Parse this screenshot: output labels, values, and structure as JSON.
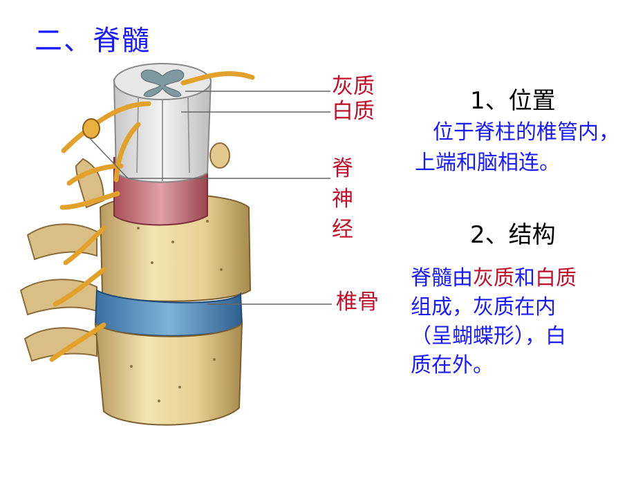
{
  "title": "二、脊髓",
  "labels": {
    "gray_matter": "灰质",
    "white_matter": "白质",
    "spinal_nerve": [
      "脊",
      "神",
      "经"
    ],
    "vertebra": "椎骨"
  },
  "sections": {
    "position": {
      "heading": "1、位置",
      "line1": "位于脊柱的椎管内，",
      "line2": "上端和脑相连。"
    },
    "structure": {
      "heading": "2、结构",
      "p1": "脊髓由",
      "hl1": "灰质",
      "p2": "和",
      "hl2": "白质",
      "line2": "组成，灰质在内",
      "line3": "（呈蝴蝶形），白",
      "line4": "质在外。"
    }
  },
  "colors": {
    "title": "#1a1aff",
    "label_red": "#c0102a",
    "text_blue": "#1a1aff"
  }
}
